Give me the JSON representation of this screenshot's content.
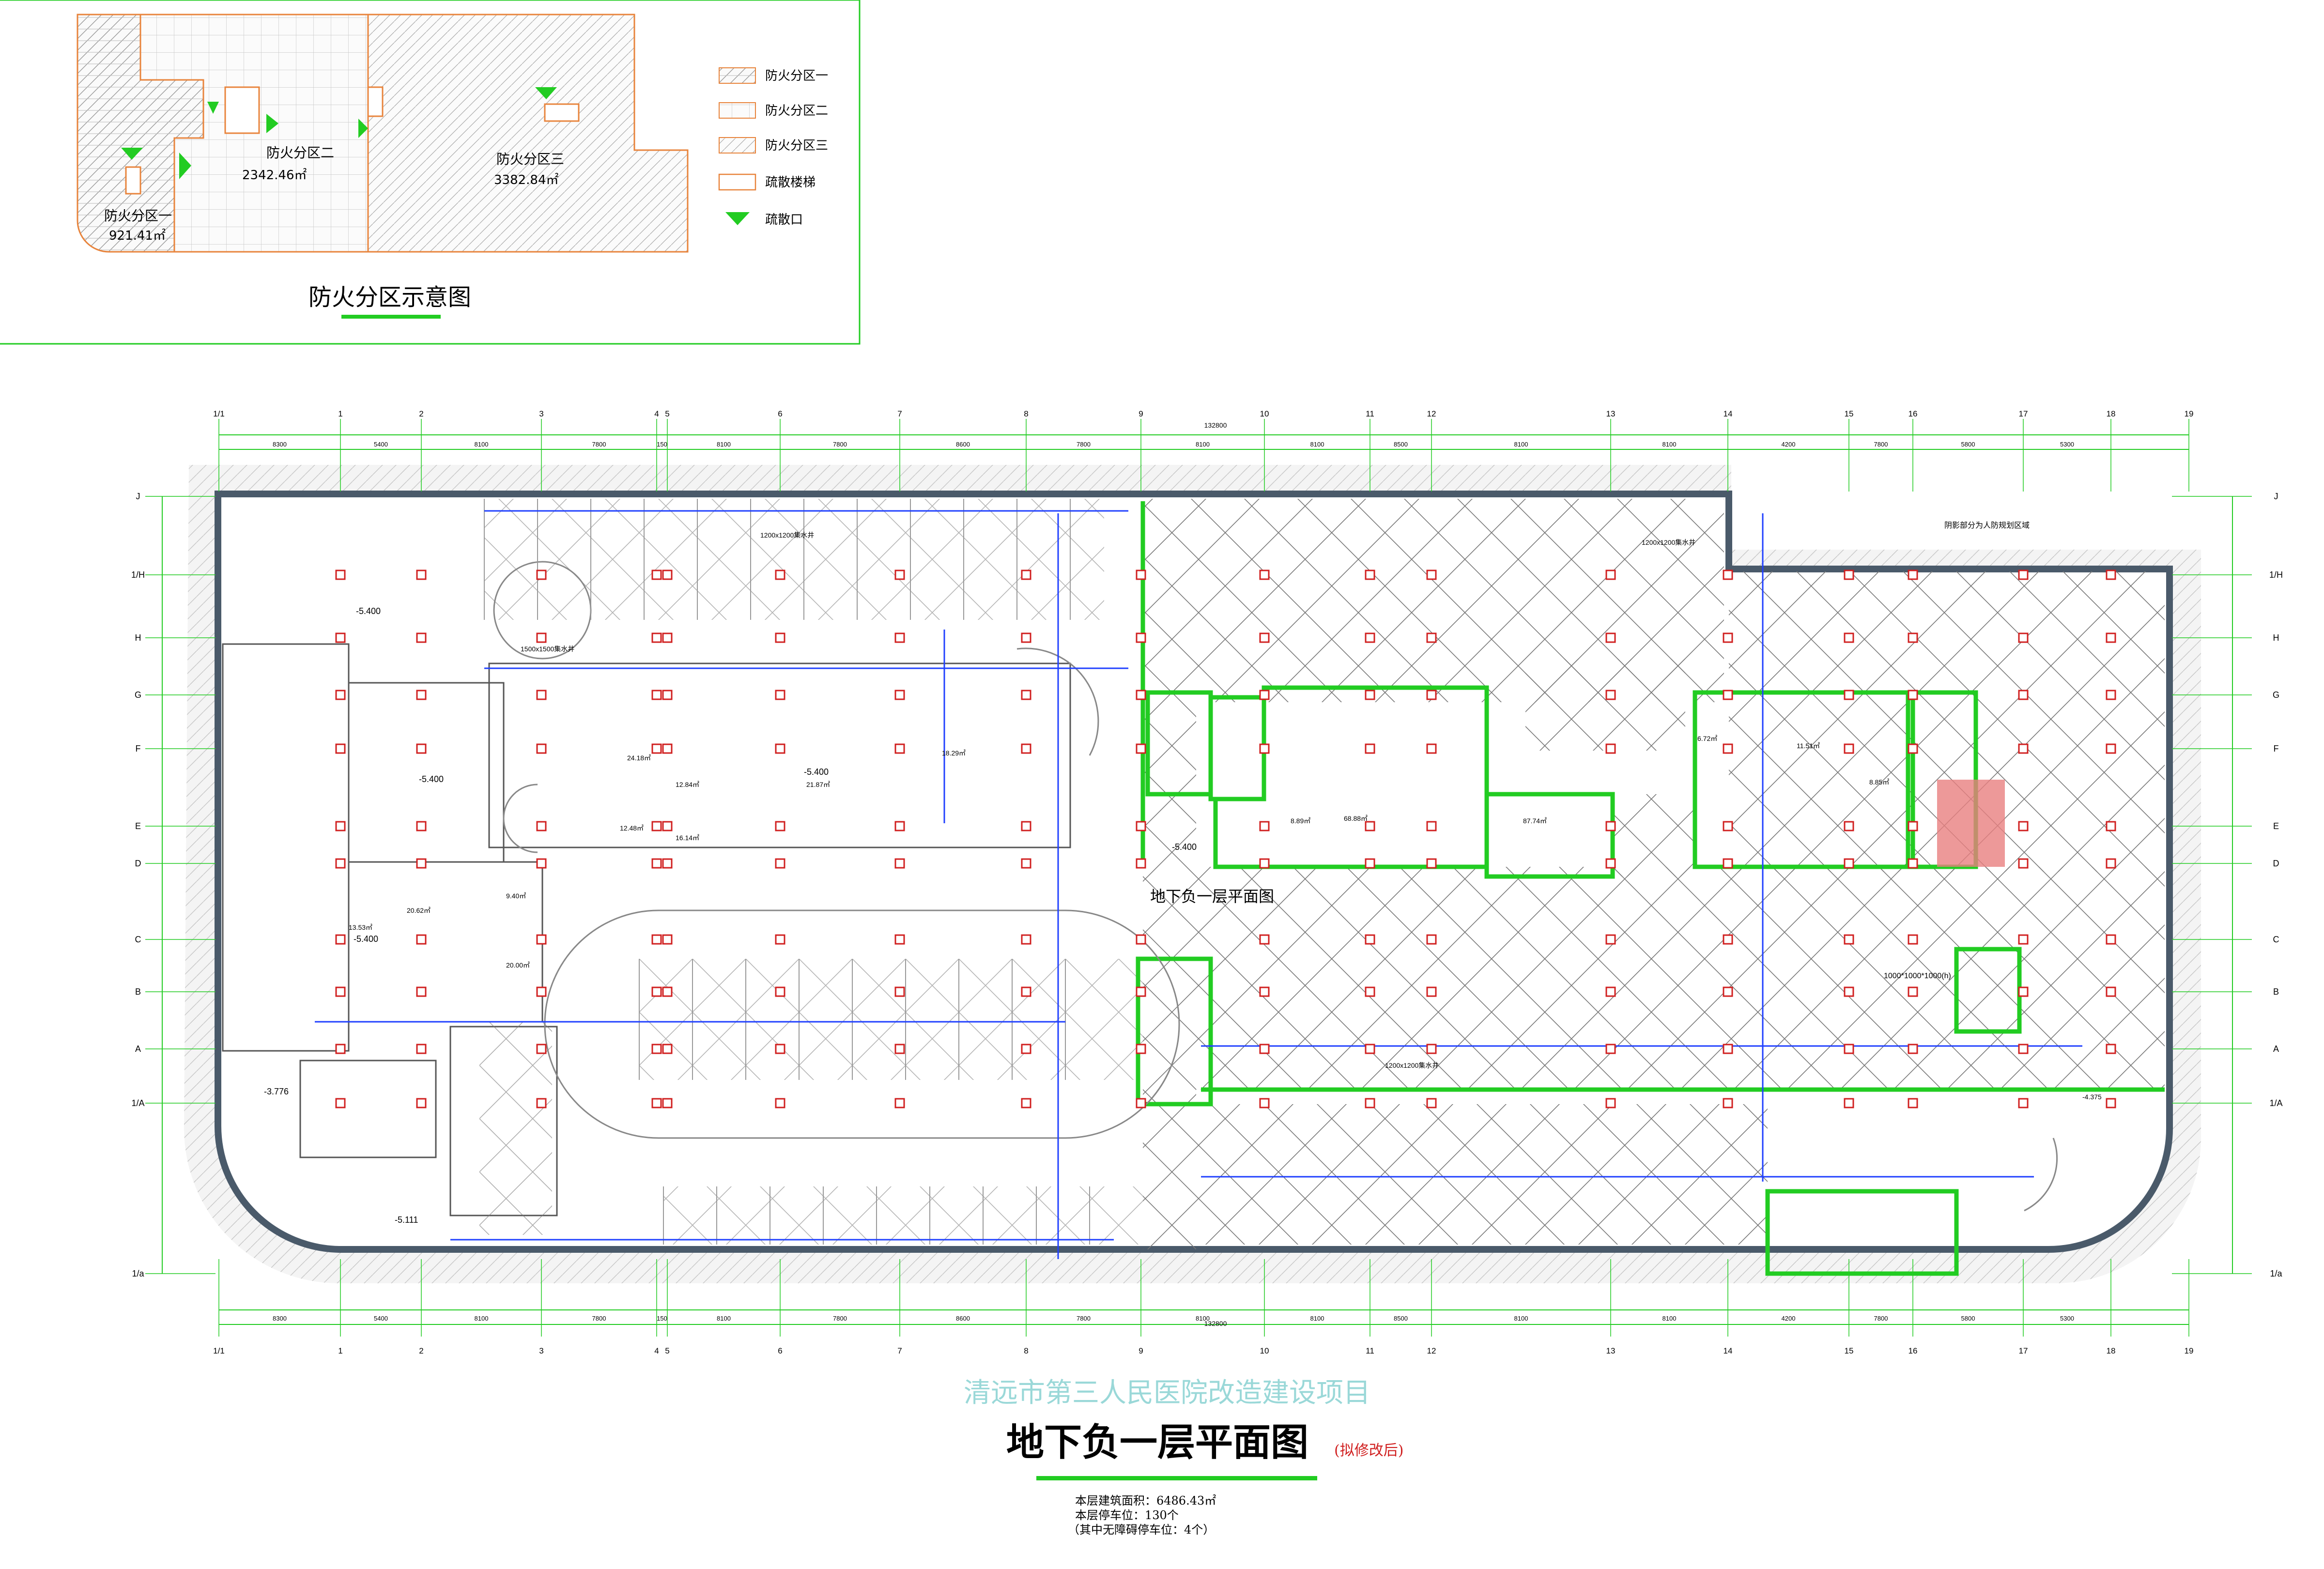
{
  "key_plan": {
    "title": "防火分区示意图",
    "zones": [
      {
        "name": "防火分区一",
        "area": "921.41㎡"
      },
      {
        "name": "防火分区二",
        "area": "2342.46㎡"
      },
      {
        "name": "防火分区三",
        "area": "3382.84㎡"
      }
    ],
    "legend": [
      {
        "label": "防火分区一",
        "swatch": "zone1"
      },
      {
        "label": "防火分区二",
        "swatch": "zone2"
      },
      {
        "label": "防火分区三",
        "swatch": "zone3"
      },
      {
        "label": "疏散楼梯",
        "swatch": "stair"
      },
      {
        "label": "疏散口",
        "swatch": "exit"
      }
    ]
  },
  "axes": {
    "columns": [
      "1/1",
      "1",
      "2",
      "3",
      "4",
      "5",
      "6",
      "7",
      "8",
      "9",
      "10",
      "11",
      "12",
      "13",
      "14",
      "15",
      "16",
      "17",
      "18",
      "19"
    ],
    "rows": [
      "J",
      "1/H",
      "H",
      "G",
      "F",
      "E",
      "D",
      "C",
      "B",
      "A",
      "1/A",
      "1/a"
    ],
    "top_dims": [
      "8300",
      "5400",
      "8100",
      "7800",
      "150",
      "8100",
      "7800",
      "8600",
      "7800",
      "8100",
      "8100",
      "8500",
      "8100",
      "8100",
      "4200",
      "7800",
      "5800",
      "5300"
    ],
    "overall_dim": "132800"
  },
  "annotations": {
    "area_label": "地下负一层平面图",
    "note_top_right": "阴影部分为人防规划区域",
    "elevations": [
      "-5.400",
      "-5.400",
      "-5.400",
      "-5.400",
      "-5.400",
      "-3.776",
      "-5.111",
      "-4.375"
    ],
    "room_areas": [
      "24.18㎡",
      "12.84㎡",
      "21.87㎡",
      "18.29㎡",
      "12.48㎡",
      "16.14㎡",
      "20.62㎡",
      "9.40㎡",
      "20.00㎡",
      "13.53㎡",
      "68.88㎡",
      "87.74㎡",
      "6.72㎡",
      "11.51㎡",
      "8.85㎡",
      "8.89㎡"
    ],
    "pipes": [
      "1200x1200集水井",
      "1500x1500集水井",
      "1000*1000*1000(h)"
    ]
  },
  "titles": {
    "project": "清远市第三人民医院改造建设项目",
    "drawing": "地下负一层平面图",
    "drawing_note": "(拟修改后)",
    "stats": [
      "本层建筑面积：6486.43㎡",
      "本层停车位：130个",
      "（其中无障碍停车位：4个）"
    ]
  },
  "colors": {
    "green_line": "#22cc22",
    "axis_green": "#22cc22",
    "wall_dark": "#4a5a6a",
    "orange": "#e8843c",
    "blue": "#2040ff",
    "red": "#d02020",
    "magenta": "#cc33cc",
    "title_cyan": "#9ad8d8"
  }
}
